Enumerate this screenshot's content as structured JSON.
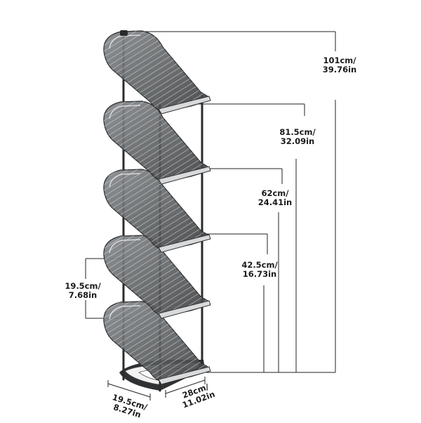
{
  "dimensions": {
    "total_height": {
      "metric": "101cm/",
      "imperial": "39.76in"
    },
    "tier4_height": {
      "metric": "81.5cm/",
      "imperial": "32.09in"
    },
    "tier3_height": {
      "metric": "62cm/",
      "imperial": "24.41in"
    },
    "tier2_height": {
      "metric": "42.5cm/",
      "imperial": "16.73in"
    },
    "shelf_spacing": {
      "metric": "19.5cm/",
      "imperial": "7.68in"
    },
    "depth": {
      "metric": "19.5cm/",
      "imperial": "8.27in"
    },
    "width": {
      "metric": "28cm/",
      "imperial": "11.02in"
    }
  },
  "product": {
    "shelf_count": 5,
    "shelf_color": "#5f6264",
    "pole_color": "#2b2b2b",
    "line_color": "#222222"
  }
}
